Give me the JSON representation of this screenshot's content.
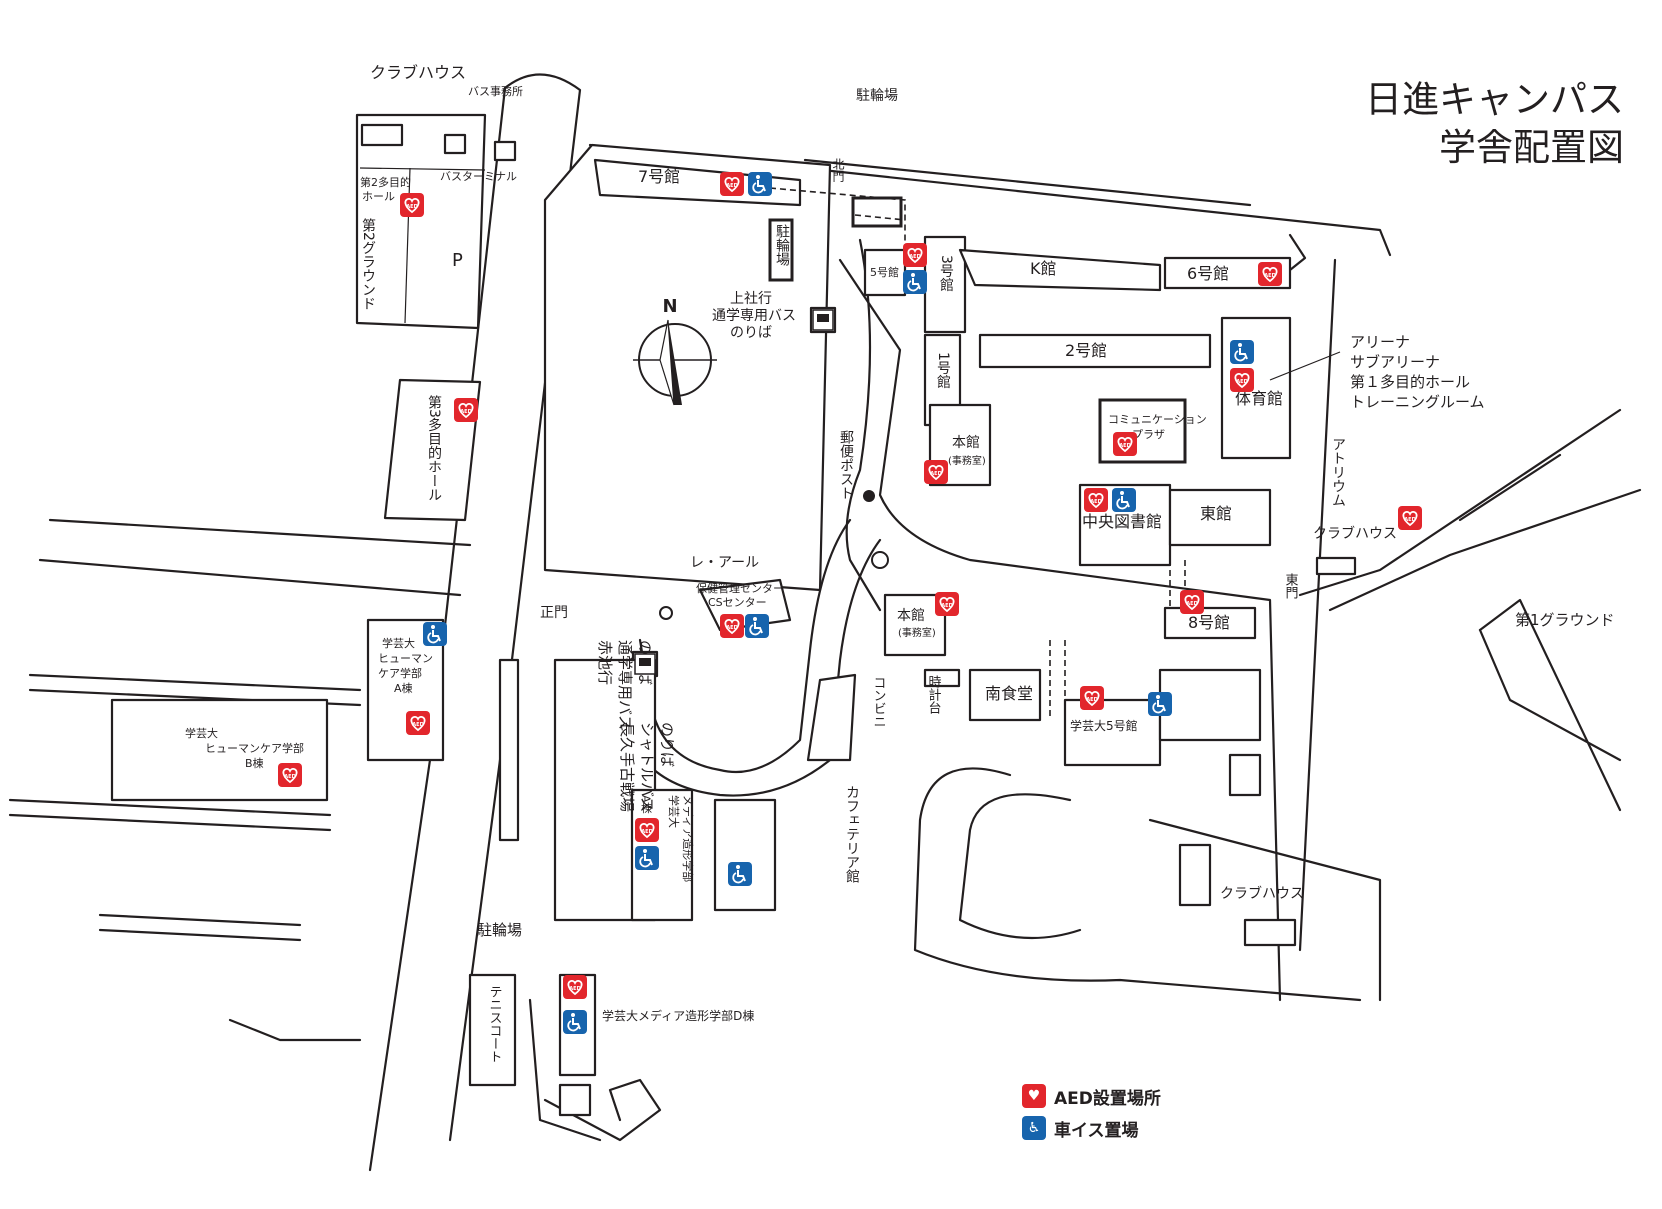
{
  "title": {
    "line1": "日進キャンパス",
    "line2": "学舎配置図"
  },
  "compass": {
    "label": "N"
  },
  "colors": {
    "aed": "#e2262c",
    "wheelchair": "#1764ad",
    "ink": "#231f20"
  },
  "labels": {
    "club_house_top": "クラブハウス",
    "bus_office": "バス事務所",
    "bus_terminal": "バスターミナル",
    "hall2": "第2多目的\nホール",
    "ground2": "第2グラウンド",
    "parking_p": "P",
    "hall3": "第3多目的ホール",
    "bldg7": "7号館",
    "bike_top": "駐輪場",
    "bike_v": "駐輪場",
    "kitamon": "北門",
    "bus_kamiyashiro": "上社行\n通学専用バス\nのりば",
    "post": "郵便ポスト",
    "bldg5": "5号館",
    "bldg3": "3号館",
    "k_kan": "K館",
    "bldg6": "6号館",
    "bldg2": "2号館",
    "bldg1": "1号館",
    "honkan_upper": "本館",
    "jimushitsu_upper": "(事務室)",
    "comm_plaza": "コミュニケーション\nプラザ",
    "gym": "体育館",
    "arena": "アリーナ\nサブアリーナ\n第１多目的ホール\nトレーニングルーム",
    "atrium": "アトリウム",
    "club_house_right": "クラブハウス",
    "ground1": "第1グラウンド",
    "library": "中央図書館",
    "east_bldg": "東館",
    "higashimon": "東門",
    "bldg8": "8号館",
    "re_aru": "レ・アール",
    "health_center": "保健管理センター\nCSセンター",
    "seimon": "正門",
    "bus_akaike": "赤池行\n通学専用バス\nのりば",
    "honkan_lower": "本館",
    "jimushitsu_lower": "(事務室)",
    "convenience": "コンビニ",
    "clock_tower": "時計台",
    "south_dining": "南食堂",
    "gakugei5": "学芸大5号館",
    "cafeteria": "カフェテリア館",
    "club_house_bottom": "クラブハウス",
    "humancare_a": "学芸大\nヒューマン\nケア学部\nA棟",
    "humancare_b": "学芸大\nヒューマンケア学部\nB棟",
    "nagakute_bus": "長久手古戦場\nシャトルバス\nのりば",
    "media_a": "A棟",
    "media_fac": "学芸大\nメディア造形学部",
    "bike_bottom": "駐輪場",
    "tennis": "テニスコート",
    "media_d": "学芸大メディア造形学部D棟"
  },
  "legend": {
    "aed_label": "AED設置場所",
    "wheelchair_label": "車イス置場",
    "aed_icon": "aed-icon",
    "wheelchair_icon": "wheelchair-icon"
  }
}
